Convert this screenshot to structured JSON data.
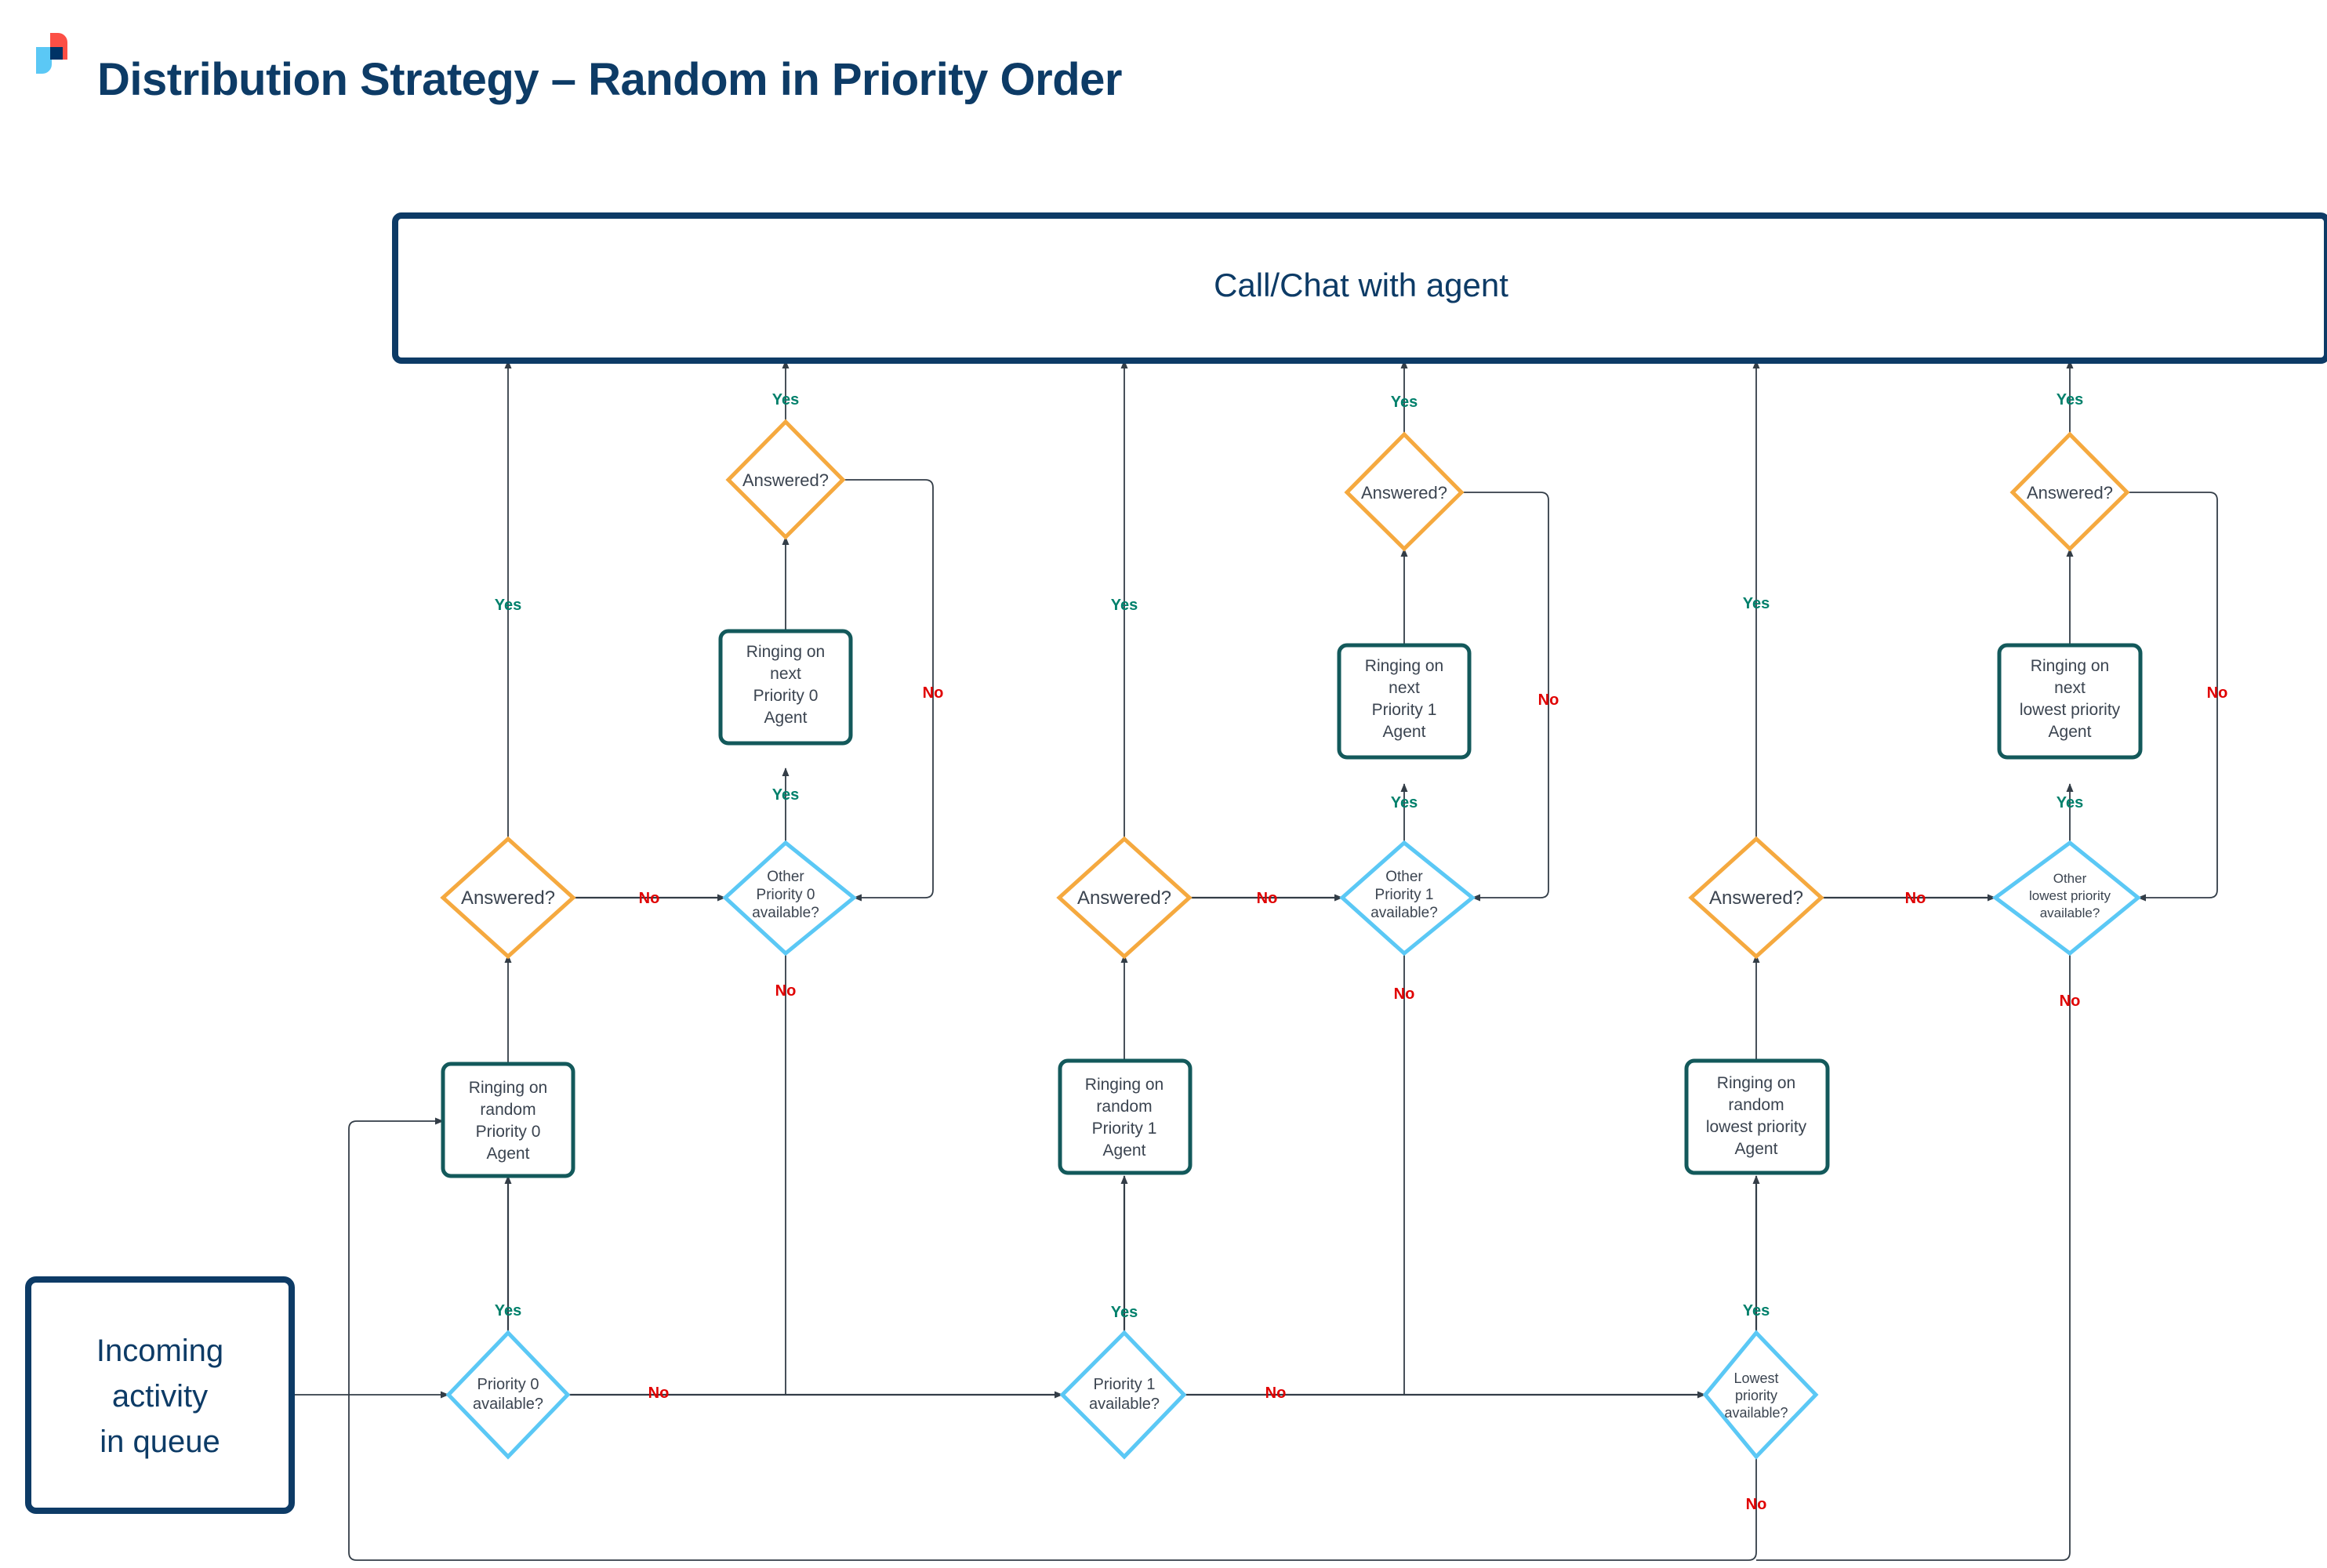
{
  "page": {
    "title": "Distribution Strategy – Random in Priority Order",
    "logo_name": "company-logo",
    "background": "#ffffff"
  },
  "colors": {
    "title_navy": "#0d3b66",
    "terminal_navy": "#0d3b66",
    "process_teal": "#13595b",
    "decision_blue": "#5bc8f5",
    "decision_orange": "#f5a93f",
    "edge_gray": "#333d47",
    "yes_green": "#00806b",
    "no_red": "#e00000",
    "node_text": "#3b4450",
    "logo_red": "#fc4f45",
    "logo_lightblue": "#5bc8f5",
    "logo_navy": "#003366"
  },
  "nodes": {
    "result_bar": {
      "label": "Call/Chat with agent",
      "shape": "terminal"
    },
    "start": {
      "label_lines": [
        "Incoming",
        "activity",
        "in queue"
      ],
      "shape": "terminal"
    },
    "p0_available": {
      "label_lines": [
        "Priority 0",
        "available?"
      ],
      "shape": "decision-blue"
    },
    "p1_available": {
      "label_lines": [
        "Priority 1",
        "available?"
      ],
      "shape": "decision-blue"
    },
    "lowest_available": {
      "label_lines": [
        "Lowest",
        "priority",
        "available?"
      ],
      "shape": "decision-blue"
    },
    "p0_random_ring": {
      "label_lines": [
        "Ringing on",
        "random",
        "Priority 0",
        "Agent"
      ],
      "shape": "process"
    },
    "p1_random_ring": {
      "label_lines": [
        "Ringing on",
        "random",
        "Priority 1",
        "Agent"
      ],
      "shape": "process"
    },
    "lowest_random_ring": {
      "label_lines": [
        "Ringing on",
        "random",
        "lowest priority",
        "Agent"
      ],
      "shape": "process"
    },
    "p0_next_ring": {
      "label_lines": [
        "Ringing on",
        "next",
        "Priority 0",
        "Agent"
      ],
      "shape": "process"
    },
    "p1_next_ring": {
      "label_lines": [
        "Ringing on",
        "next",
        "Priority 1",
        "Agent"
      ],
      "shape": "process"
    },
    "lowest_next_ring": {
      "label_lines": [
        "Ringing on",
        "next",
        "lowest priority",
        "Agent"
      ],
      "shape": "process"
    },
    "p0_answered_1": {
      "label": "Answered?",
      "shape": "decision-orange"
    },
    "p0_answered_2": {
      "label": "Answered?",
      "shape": "decision-orange"
    },
    "p1_answered_1": {
      "label": "Answered?",
      "shape": "decision-orange"
    },
    "p1_answered_2": {
      "label": "Answered?",
      "shape": "decision-orange"
    },
    "lowest_answered_1": {
      "label": "Answered?",
      "shape": "decision-orange"
    },
    "lowest_answered_2": {
      "label": "Answered?",
      "shape": "decision-orange"
    },
    "p0_other_available": {
      "label_lines": [
        "Other",
        "Priority 0",
        "available?"
      ],
      "shape": "decision-blue"
    },
    "p1_other_available": {
      "label_lines": [
        "Other",
        "Priority 1",
        "available?"
      ],
      "shape": "decision-blue"
    },
    "lowest_other_available": {
      "label_lines": [
        "Other",
        "lowest priority",
        "available?"
      ],
      "shape": "decision-blue"
    }
  },
  "edge_labels": {
    "yes": "Yes",
    "no": "No"
  },
  "chart_data": {
    "type": "flowchart",
    "title": "Distribution Strategy – Random in Priority Order",
    "edges": [
      {
        "from": "start",
        "to": "p0_available",
        "label": ""
      },
      {
        "from": "p0_available",
        "to": "p0_random_ring",
        "label": "Yes"
      },
      {
        "from": "p0_available",
        "to": "p1_available",
        "label": "No"
      },
      {
        "from": "p0_random_ring",
        "to": "p0_answered_1",
        "label": ""
      },
      {
        "from": "p0_answered_1",
        "to": "result_bar",
        "label": "Yes"
      },
      {
        "from": "p0_answered_1",
        "to": "p0_other_available",
        "label": "No"
      },
      {
        "from": "p0_other_available",
        "to": "p0_next_ring",
        "label": "Yes"
      },
      {
        "from": "p0_other_available",
        "to": "p1_available",
        "label": "No"
      },
      {
        "from": "p0_next_ring",
        "to": "p0_answered_2",
        "label": ""
      },
      {
        "from": "p0_answered_2",
        "to": "result_bar",
        "label": "Yes"
      },
      {
        "from": "p0_answered_2",
        "to": "p0_other_available",
        "label": "No"
      },
      {
        "from": "p1_available",
        "to": "p1_random_ring",
        "label": "Yes"
      },
      {
        "from": "p1_available",
        "to": "lowest_available",
        "label": "No"
      },
      {
        "from": "p1_random_ring",
        "to": "p1_answered_1",
        "label": ""
      },
      {
        "from": "p1_answered_1",
        "to": "result_bar",
        "label": "Yes"
      },
      {
        "from": "p1_answered_1",
        "to": "p1_other_available",
        "label": "No"
      },
      {
        "from": "p1_other_available",
        "to": "p1_next_ring",
        "label": "Yes"
      },
      {
        "from": "p1_other_available",
        "to": "lowest_available",
        "label": "No"
      },
      {
        "from": "p1_next_ring",
        "to": "p1_answered_2",
        "label": ""
      },
      {
        "from": "p1_answered_2",
        "to": "result_bar",
        "label": "Yes"
      },
      {
        "from": "p1_answered_2",
        "to": "p1_other_available",
        "label": "No"
      },
      {
        "from": "lowest_available",
        "to": "lowest_random_ring",
        "label": "Yes"
      },
      {
        "from": "lowest_available",
        "to": "p0_random_ring",
        "label": "No"
      },
      {
        "from": "lowest_random_ring",
        "to": "lowest_answered_1",
        "label": ""
      },
      {
        "from": "lowest_answered_1",
        "to": "result_bar",
        "label": "Yes"
      },
      {
        "from": "lowest_answered_1",
        "to": "lowest_other_available",
        "label": "No"
      },
      {
        "from": "lowest_other_available",
        "to": "lowest_next_ring",
        "label": "Yes"
      },
      {
        "from": "lowest_other_available",
        "to": "p0_random_ring",
        "label": "No"
      },
      {
        "from": "lowest_next_ring",
        "to": "lowest_answered_2",
        "label": ""
      },
      {
        "from": "lowest_answered_2",
        "to": "result_bar",
        "label": "Yes"
      },
      {
        "from": "lowest_answered_2",
        "to": "lowest_other_available",
        "label": "No"
      }
    ]
  }
}
